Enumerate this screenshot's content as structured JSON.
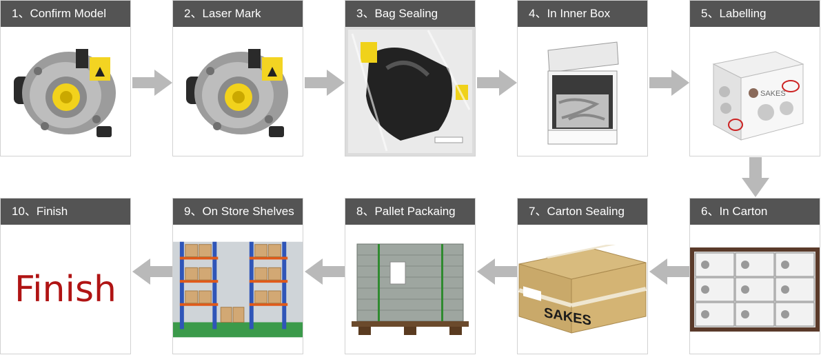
{
  "steps": [
    {
      "label": "1、Confirm Model",
      "icon": "water-pump-photo"
    },
    {
      "label": "2、Laser Mark",
      "icon": "water-pump-photo"
    },
    {
      "label": "3、Bag Sealing",
      "icon": "bagged-pump-photo"
    },
    {
      "label": "4、In Inner Box",
      "icon": "open-inner-box-photo"
    },
    {
      "label": "5、Labelling",
      "icon": "labelled-box-photo"
    },
    {
      "label": "6、In Carton",
      "icon": "carton-full-of-boxes-photo"
    },
    {
      "label": "7、Carton Sealing",
      "icon": "sealed-carton-photo"
    },
    {
      "label": "8、Pallet Packaing",
      "icon": "wrapped-pallet-photo"
    },
    {
      "label": "9、On Store Shelves",
      "icon": "warehouse-shelves-photo"
    },
    {
      "label": "10、Finish",
      "icon": "finish-text"
    }
  ],
  "finish_text": "Finish",
  "brand_text": "SAKES",
  "colors": {
    "header": "#545454",
    "arrow": "#b9b9b9",
    "finish": "#b01414"
  }
}
